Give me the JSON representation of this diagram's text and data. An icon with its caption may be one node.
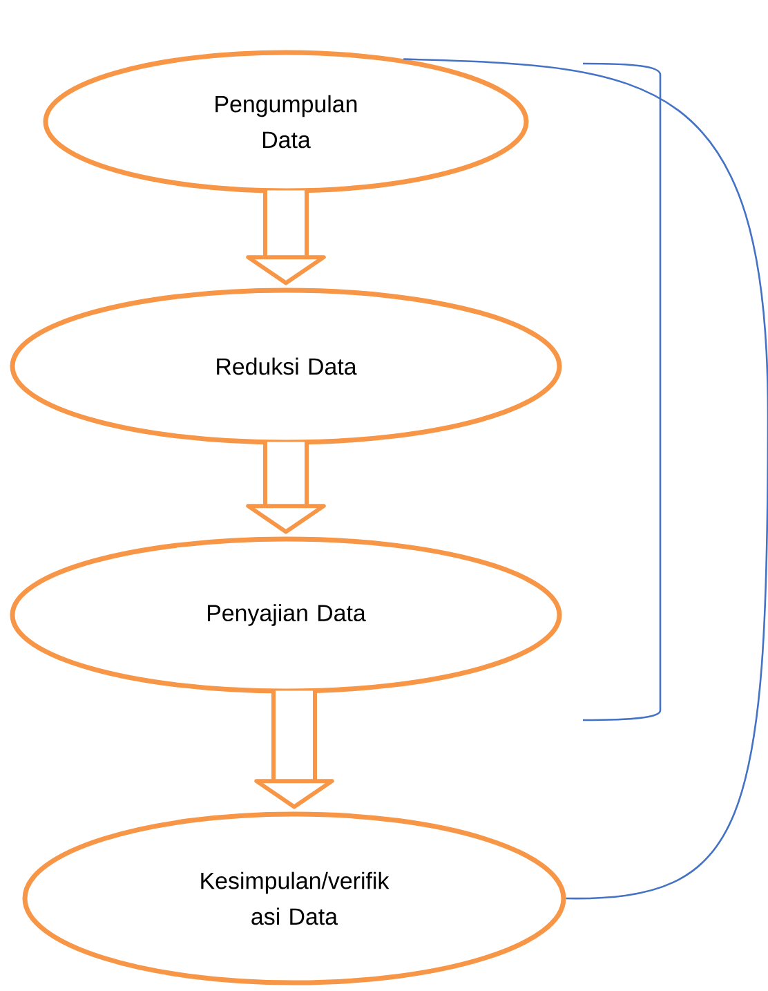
{
  "diagram": {
    "nodes": [
      {
        "text": [
          "Pengumpulan Data"
        ]
      },
      {
        "text": [
          "Reduksi Data"
        ]
      },
      {
        "text": [
          "Penyajian Data"
        ]
      },
      {
        "text": [
          "Kesimpulan/verifik asi Data"
        ]
      }
    ],
    "edges": [
      {
        "from": 0,
        "to": 1,
        "arrow": "to"
      },
      {
        "from": 1,
        "to": 2,
        "arrow": "to"
      },
      {
        "from": 2,
        "to": 3,
        "arrow": "to"
      },
      {
        "from": 0,
        "to": 3,
        "arrow": "none",
        "color": "#4472c4"
      }
    ]
  }
}
